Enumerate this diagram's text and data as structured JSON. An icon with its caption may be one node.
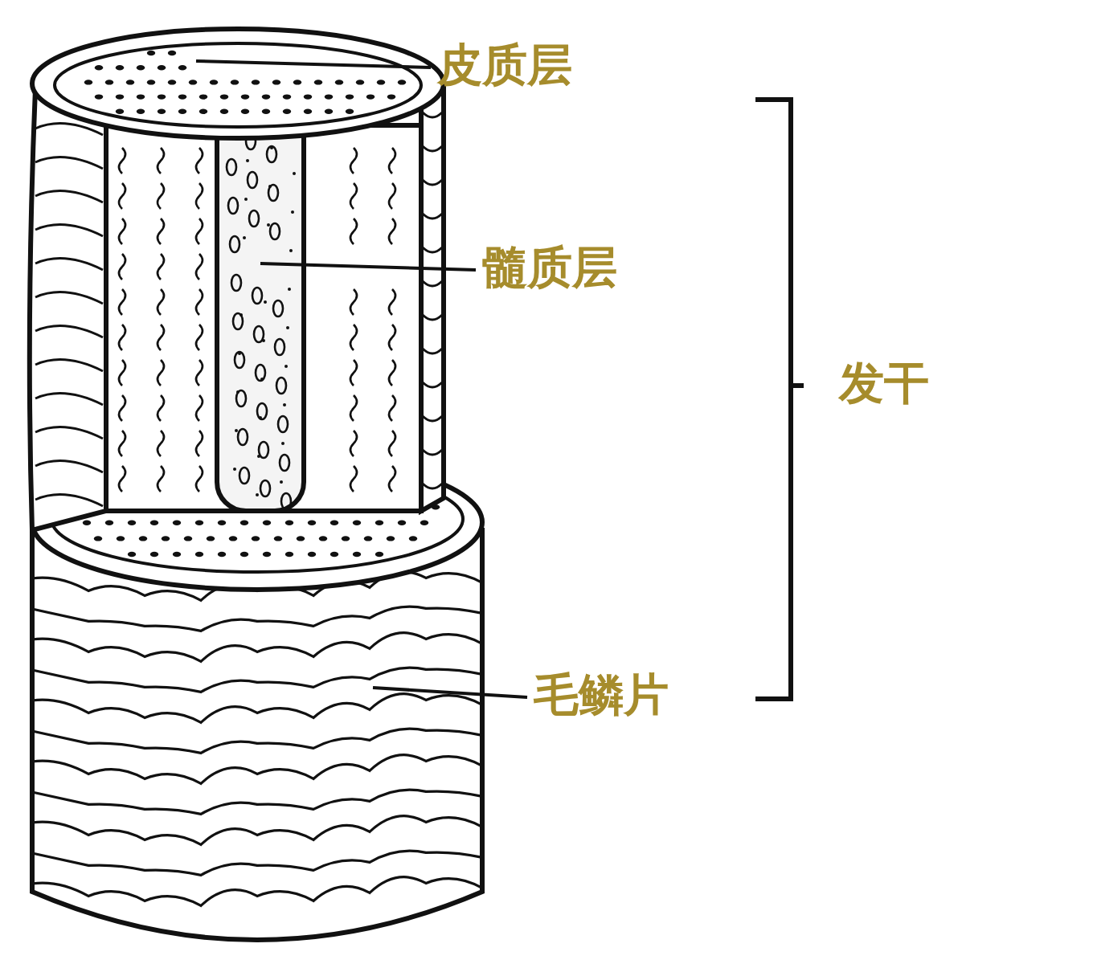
{
  "diagram": {
    "nodes": [
      {
        "text": [
          "皮质层"
        ]
      },
      {
        "text": [
          "髓质层"
        ]
      },
      {
        "text": [
          "毛鳞片"
        ]
      }
    ],
    "edges": [
      {
        "from": 0,
        "to": null,
        "arrow": "none"
      },
      {
        "from": 1,
        "to": null,
        "arrow": "none"
      },
      {
        "from": 2,
        "to": null,
        "arrow": "none"
      }
    ],
    "labels": [
      "发干"
    ]
  }
}
